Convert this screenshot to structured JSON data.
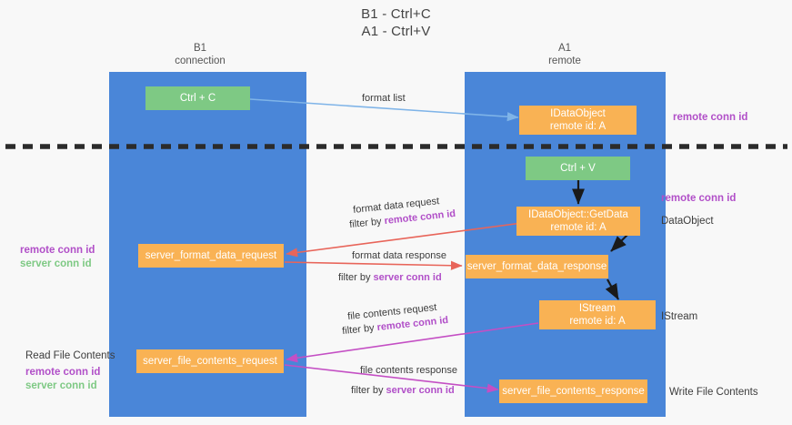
{
  "title": {
    "line1": "B1 - Ctrl+C",
    "line2": "A1 - Ctrl+V"
  },
  "lanes": [
    {
      "id": "b1",
      "name": "B1",
      "role": "connection"
    },
    {
      "id": "a1",
      "name": "A1",
      "role": "remote"
    }
  ],
  "colors": {
    "lane": "#4a86d8",
    "node_green": "#7ec984",
    "node_orange": "#f9b254",
    "accent_purple": "#b14fc8",
    "accent_green": "#7ec984",
    "arrow_blue": "#7fb4e8",
    "arrow_red": "#e8655a",
    "arrow_magenta": "#c44fc4",
    "arrow_black": "#1a1a1a",
    "divider": "#2b2b2b"
  },
  "nodes": [
    {
      "id": "ctrl-c",
      "label": "Ctrl + C",
      "sub": "",
      "style": "green"
    },
    {
      "id": "idataobject",
      "label": "IDataObject",
      "sub": "remote id: A",
      "style": "orange"
    },
    {
      "id": "ctrl-v",
      "label": "Ctrl + V",
      "sub": "",
      "style": "green"
    },
    {
      "id": "getdata",
      "label": "IDataObject::GetData",
      "sub": "remote id: A",
      "style": "orange"
    },
    {
      "id": "server-format-data-request",
      "label": "server_format_data_request",
      "sub": "",
      "style": "orange"
    },
    {
      "id": "server-format-data-response",
      "label": "server_format_data_response",
      "sub": "",
      "style": "orange"
    },
    {
      "id": "istream",
      "label": "IStream",
      "sub": "remote id: A",
      "style": "orange"
    },
    {
      "id": "server-file-contents-request",
      "label": "server_file_contents_request",
      "sub": "",
      "style": "orange"
    },
    {
      "id": "server-file-contents-response",
      "label": "server_file_contents_response",
      "sub": "",
      "style": "orange"
    }
  ],
  "edges": [
    {
      "id": "format-list",
      "label": "format list",
      "filter": ""
    },
    {
      "id": "format-data-request",
      "label": "format data request",
      "filter_prefix": "filter by ",
      "filter_key": "remote conn id"
    },
    {
      "id": "format-data-response",
      "label": "format data response",
      "filter_prefix": "filter by ",
      "filter_key": "server conn id"
    },
    {
      "id": "file-contents-request",
      "label": "file contents request",
      "filter_prefix": "filter by ",
      "filter_key": "remote conn id"
    },
    {
      "id": "file-contents-response",
      "label": "file contents response",
      "filter_prefix": "filter by ",
      "filter_key": "server conn id"
    }
  ],
  "annotations_right": [
    {
      "id": "remote-conn-id-top",
      "text": "remote conn id",
      "color": "purple"
    },
    {
      "id": "remote-conn-id-mid",
      "text": "remote conn id",
      "color": "purple"
    },
    {
      "id": "dataobject",
      "text": "DataObject",
      "color": "dark"
    },
    {
      "id": "istream-label",
      "text": "IStream",
      "color": "dark"
    },
    {
      "id": "write-file-contents",
      "text": "Write File Contents",
      "color": "dark"
    }
  ],
  "annotations_left": [
    {
      "id": "left-conn-ids",
      "line1": "remote conn id",
      "line2": "server conn id"
    },
    {
      "id": "read-file-contents",
      "text": "Read File Contents"
    },
    {
      "id": "left-conn-ids-2",
      "line1": "remote conn id",
      "line2": "server conn id"
    }
  ]
}
